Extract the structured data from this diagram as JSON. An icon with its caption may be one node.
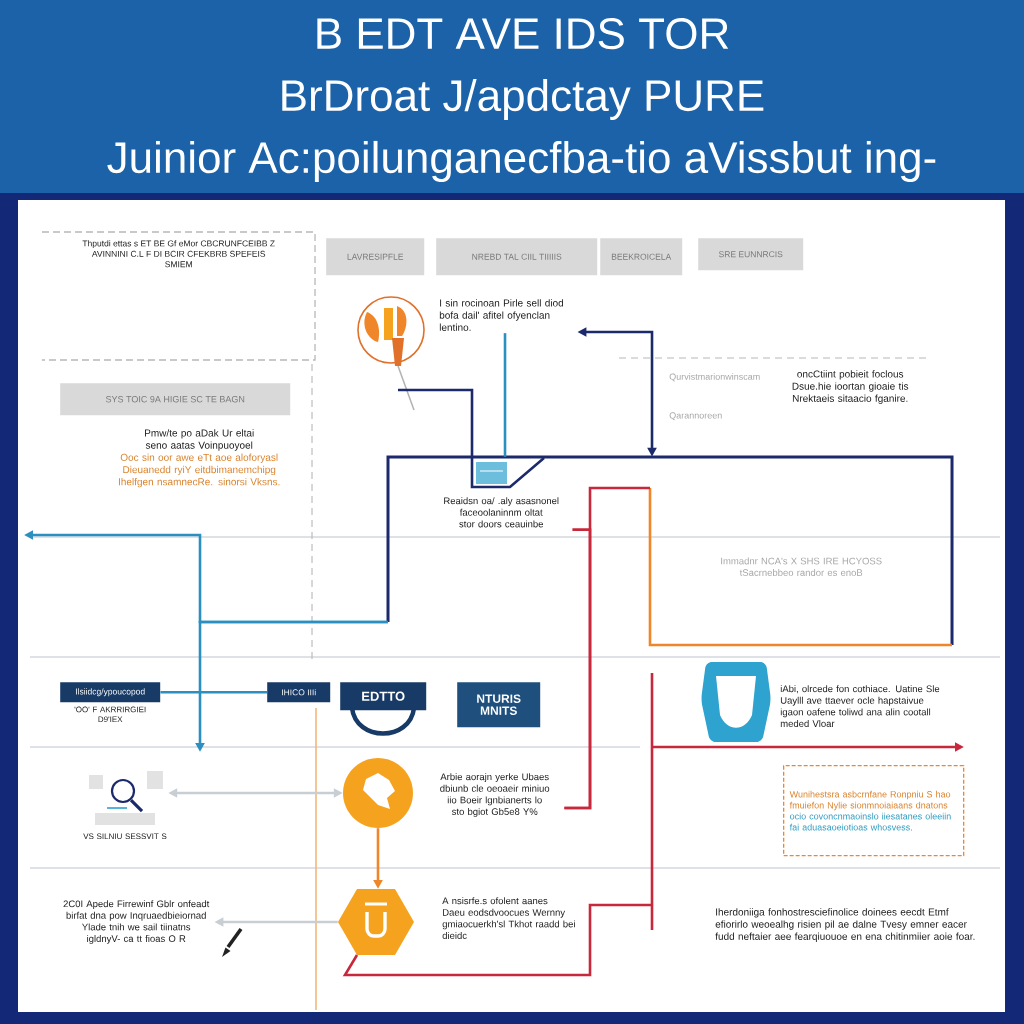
{
  "diagram": {
    "title": "B EDT AVE IDS TOR BrDroat J/apdctay PURE Juinior Ac:poilunganecfba-tio aVissbut ing-",
    "nodes": [
      {
        "text": [
          "Thputdi ettas s ET BE Gf eMor CBCRUNFCEIBB Z AVINNINI C.L F DI BCIR CFEKBRB SPEFEIS SMIEM"
        ]
      },
      {
        "text": [
          "LAVRESIPFLE"
        ]
      },
      {
        "text": [
          "NREBD TAL CIIL TIIIIIS"
        ]
      },
      {
        "text": [
          "BEEKROICELA"
        ]
      },
      {
        "text": [
          "SRE EUNNRCIS"
        ]
      },
      {
        "text": [
          "I sin rocinoan Pirle sell diod bofa dail' afitel ofyenclan lentino."
        ]
      },
      {
        "text": [
          "oncCtiint pobieit foclous Dsue.hie ioortan gioaie tis Nrektaeis sitaacio fganire."
        ]
      },
      {
        "text": [
          "SYS TOIC 9A HIGIE SC TE BAGN"
        ]
      },
      {
        "text": [
          "Pmw/te po aDak Ur eltai seno aatas Voinpuoyoel",
          "Ooc sin oor awe eTt aoe aloforyasl Dieuanedd ryiY eitdbimanemchipg Ihelfgen nsamnecRe. sinorsi Vksns."
        ]
      },
      {
        "text": [],
        "shape": "box"
      },
      {
        "text": [
          "Reaidsn oa/ .aly asasnonel faceoolaninnm oltat stor doors ceauinbe"
        ],
        "in": 9
      },
      {
        "text": [
          "Immadnr NCA's X SHS IRE HCYOSS tSacrnebbeo randor es enoB"
        ],
        "in": 9
      },
      {
        "text": [
          "Ilsiidcg/ypoucopod"
        ],
        "beside": [
          "'OO' F AKRRIRGIEI D9'IEX"
        ]
      },
      {
        "text": [
          "IHICO IIIi"
        ]
      },
      {
        "text": [
          "EDTTO"
        ]
      },
      {
        "text": [
          "NTURIS MNITS"
        ]
      },
      {
        "text": [
          "iAbi, olrcede fon cothiace. Uatine Sle Uaylll ave ttaever ocle hapstaivue igaon oafene toliwd ana alin cootall meded Vloar"
        ]
      },
      {
        "text": [],
        "shape": "picture",
        "beside": [
          "VS SILNIU SESSVIT S"
        ]
      },
      {
        "text": [],
        "shape": "circle"
      },
      {
        "text": [
          "Arbie aorajn yerke Ubaes dbiunb cle oeoaeir miniuo iio Boeir lgnbianerts lo sto bgiot Gb5e8 Y%"
        ]
      },
      {
        "text": [
          "Wunihestsra asbcrnfane Ronpniu S hao fmuiefon Nylie sionmnoiaiaans dnatons",
          "ocio covoncnmaoinslo iiesatanes oleeiin fai aduasaoeiotioas whosvess."
        ]
      },
      {
        "text": [],
        "shape": "hexagon"
      },
      {
        "text": [
          "A nsisrfe.s ofolent aanes Daeu eodsdvoocues Wernny gmiaocuerkh'sl Tkhot raadd bei dieidc"
        ]
      },
      {
        "text": [
          "2C0I Apede Firrewinf Gblr onfeadt birfat dna pow Inqruaedbieiornad Ylade tnih we sail tiinatns igldnyV- ca tt fioas O R"
        ]
      },
      {
        "text": [
          "Iherdoniiga fonhostresciefinolice doinees eecdt Etmf efiorirlo weoealhg risien pil ae dalne Tvesy emner eacer fudd neftaier aee fearqiuouoe en ena chitinmiier aoie foar."
        ]
      }
    ],
    "edges": [
      {
        "from": 9,
        "to": 5,
        "arrow": "both",
        "color": "#1c2a6c"
      },
      {
        "from": 5,
        "to": 9,
        "arrow": "none"
      },
      {
        "from": 9,
        "to": null,
        "arrow": "to"
      },
      {
        "from": 9,
        "to": null,
        "arrow": "to"
      },
      {
        "from": 12,
        "to": 13,
        "arrow": "none"
      },
      {
        "from": 17,
        "to": 18,
        "arrow": "both",
        "color": "#c9ced3"
      },
      {
        "from": 18,
        "to": 21,
        "arrow": "to",
        "color": "#f0862a"
      },
      {
        "from": 21,
        "to": 23,
        "arrow": "to",
        "color": "#c9ced3"
      },
      {
        "from": 11,
        "to": 19,
        "arrow": "none",
        "color": "#c8283c"
      },
      {
        "from": 10,
        "to": 19,
        "arrow": "none",
        "color": "#c8283c"
      },
      {
        "from": 21,
        "to": null,
        "arrow": "to",
        "color": "#c8283c"
      }
    ],
    "labels": [
      "Qurvistmarionwinscam",
      "Qarannoreen"
    ]
  }
}
